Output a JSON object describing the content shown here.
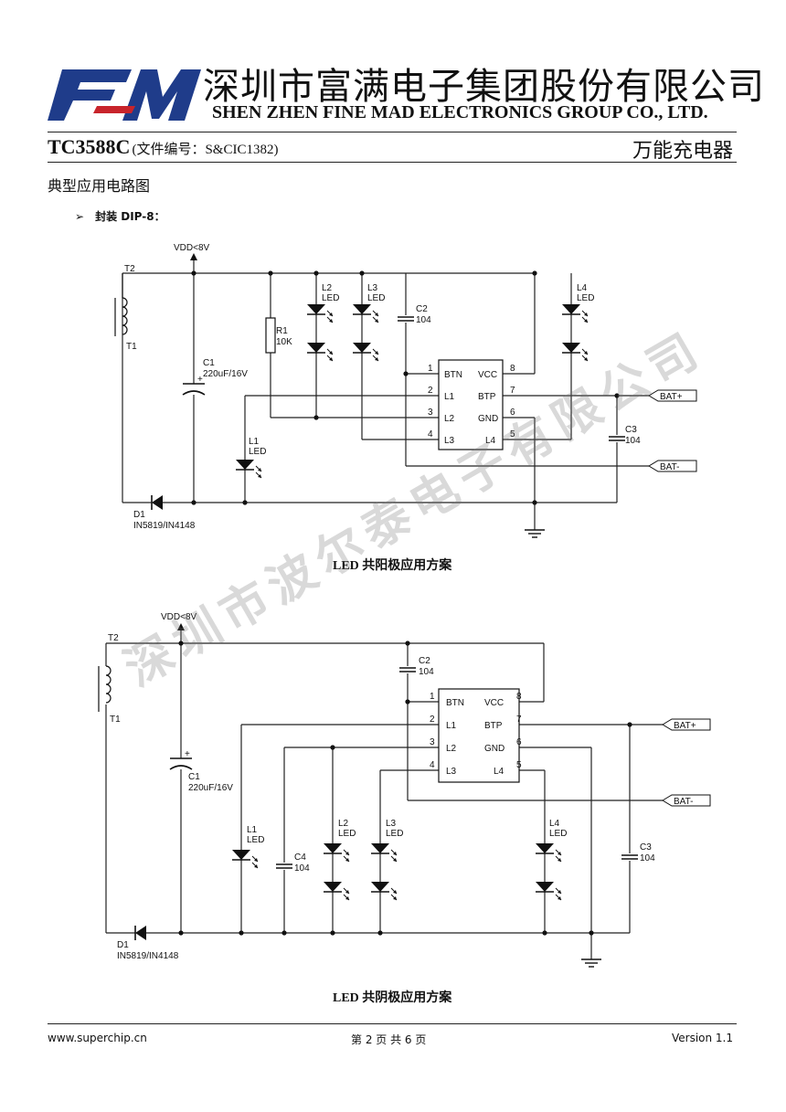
{
  "header": {
    "logo_text": "FM",
    "company_cn": "深圳市富满电子集团股份有限公司",
    "company_en": "SHEN ZHEN FINE MAD ELECTRONICS GROUP CO., LTD."
  },
  "doc": {
    "model": "TC3588C",
    "doc_number": "(文件编号：S&CIC1382)",
    "product": "万能充电器"
  },
  "section": {
    "heading": "典型应用电路图",
    "package_bullet": "➢",
    "package": "封装 DIP-8："
  },
  "diagram1": {
    "vdd": "VDD<8V",
    "t2": "T2",
    "t1": "T1",
    "c1": "C1",
    "c1_value": "220uF/16V",
    "r1": "R1",
    "r1_value": "10K",
    "l1": "L1",
    "l2": "L2",
    "l3": "L3",
    "l4": "L4",
    "led": "LED",
    "c2": "C2",
    "c2_value": "104",
    "c3": "C3",
    "c3_value": "104",
    "d1": "D1",
    "d1_value": "IN5819/IN4148",
    "bat_plus": "BAT+",
    "bat_minus": "BAT-",
    "caption": "LED 共阳极应用方案"
  },
  "diagram2": {
    "vdd": "VDD<8V",
    "t2": "T2",
    "t1": "T1",
    "c1": "C1",
    "c1_value": "220uF/16V",
    "l1": "L1",
    "l2": "L2",
    "l3": "L3",
    "l4": "L4",
    "led": "LED",
    "c2": "C2",
    "c2_value": "104",
    "c3": "C3",
    "c3_value": "104",
    "c4": "C4",
    "c4_value": "104",
    "d1": "D1",
    "d1_value": "IN5819/IN4148",
    "bat_plus": "BAT+",
    "bat_minus": "BAT-",
    "caption": "LED 共阴极应用方案"
  },
  "ic": {
    "pins_left": [
      "BTN",
      "L1",
      "L2",
      "L3"
    ],
    "pins_right": [
      "VCC",
      "BTP",
      "GND",
      "L4"
    ],
    "nums_left": [
      "1",
      "2",
      "3",
      "4"
    ],
    "nums_right": [
      "8",
      "7",
      "6",
      "5"
    ]
  },
  "watermark": "深圳市波尔泰电子有限公司",
  "footer": {
    "url": "www.superchip.cn",
    "page": "第 2 页 共 6 页",
    "version": "Version 1.1"
  }
}
